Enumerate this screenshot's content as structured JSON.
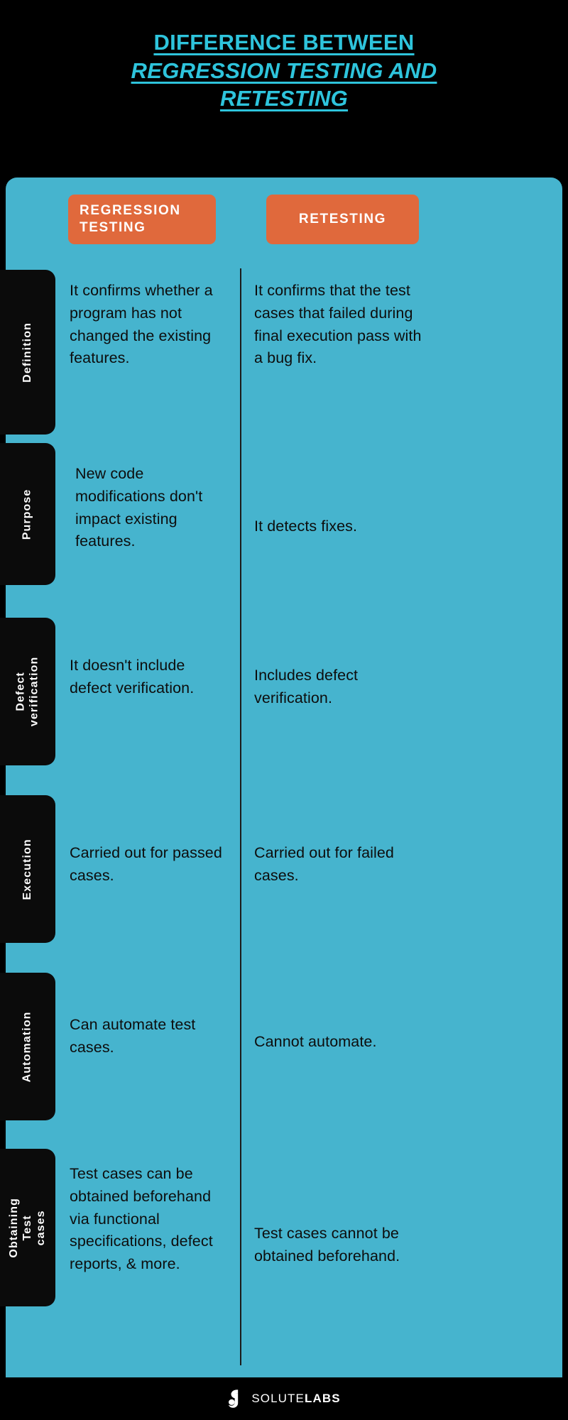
{
  "title": {
    "line1": "DIFFERENCE BETWEEN",
    "line2": "REGRESSION TESTING AND",
    "line3": "RETESTING"
  },
  "colors": {
    "background": "#000000",
    "panel": "#46B4CE",
    "badge": "#E0693C",
    "title_accent": "#2EC4DC",
    "tab": "#0B0B0B",
    "body_text": "#0d0d0d",
    "badge_text": "#ffffff"
  },
  "columns": {
    "left_header": "REGRESSION TESTING",
    "right_header": "RETESTING"
  },
  "rows": [
    {
      "label": "Definition",
      "left": "It confirms whether a program has not changed the existing features.",
      "right": "It confirms that the test cases that failed during final execution pass with a bug fix."
    },
    {
      "label": "Purpose",
      "left": "New code modifications don't impact existing features.",
      "right": "It detects fixes."
    },
    {
      "label": "Defect verification",
      "left": "It doesn't include defect verification.",
      "right": "Includes defect verification."
    },
    {
      "label": "Execution",
      "left": "Carried out for passed cases.",
      "right": "Carried out for failed cases."
    },
    {
      "label": "Automation",
      "left": "Can automate test cases.",
      "right": "Cannot automate."
    },
    {
      "label": "Obtaining Test cases",
      "left": "Test cases can be obtained beforehand via functional specifications, defect reports, & more.",
      "right": "Test cases cannot be obtained beforehand."
    }
  ],
  "footer": {
    "logo_name_light": "SOLUTE",
    "logo_name_bold": "LABS"
  }
}
